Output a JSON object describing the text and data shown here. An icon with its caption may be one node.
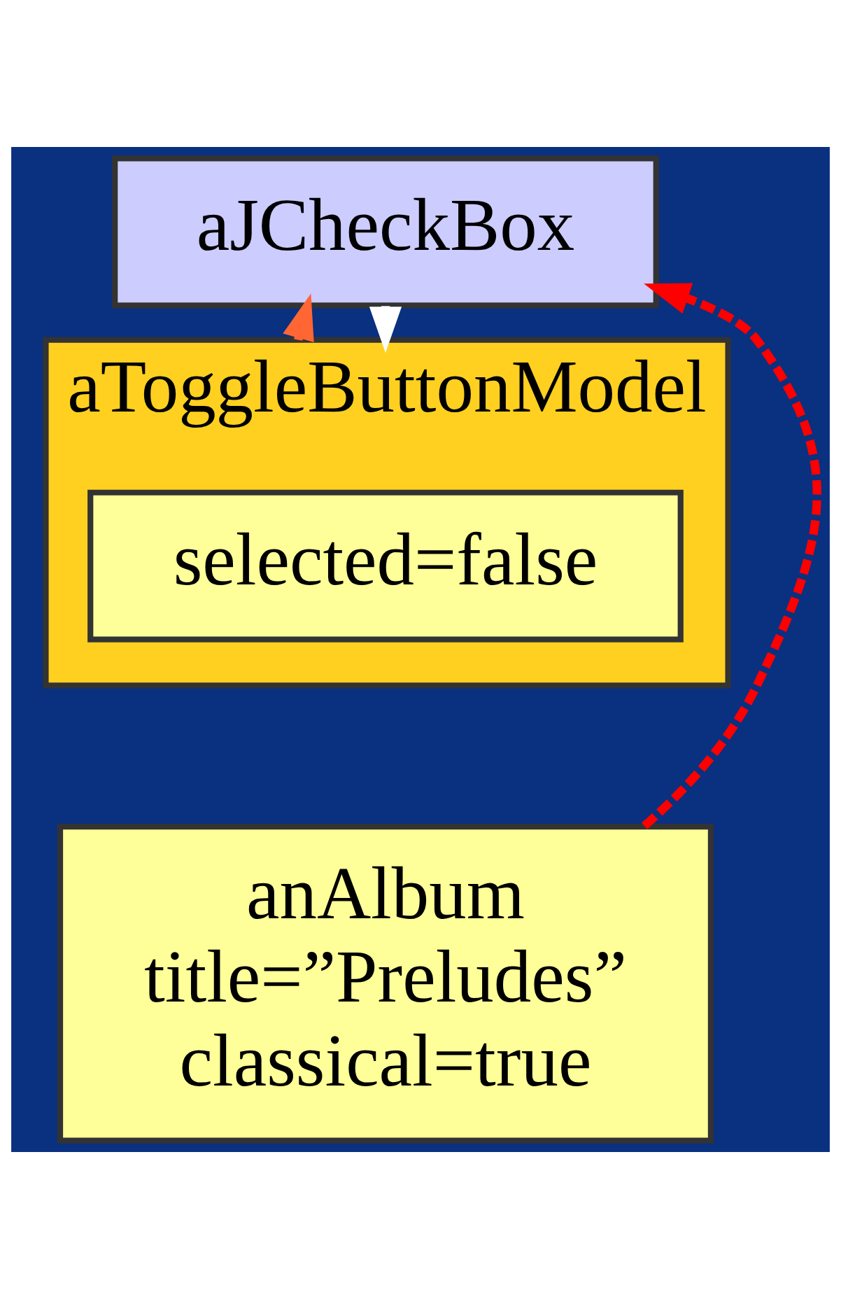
{
  "diagram": {
    "nodes": [
      {
        "text": [
          "aJCheckBox"
        ]
      },
      {
        "text": [
          "aToggleButtonModel"
        ]
      },
      {
        "text": [
          "selected=false"
        ],
        "in": 1
      },
      {
        "text": [
          "anAlbum",
          "title=”Preludes”",
          "classical=true"
        ]
      }
    ],
    "edges": [
      {
        "from": 1,
        "to": 0,
        "arrow": "to",
        "style": "dashed",
        "color": "#ff6633"
      },
      {
        "from": 0,
        "to": 1,
        "arrow": "to"
      },
      {
        "from": 3,
        "to": 0,
        "arrow": "to",
        "style": "dashed",
        "color": "#ff0000"
      }
    ]
  }
}
